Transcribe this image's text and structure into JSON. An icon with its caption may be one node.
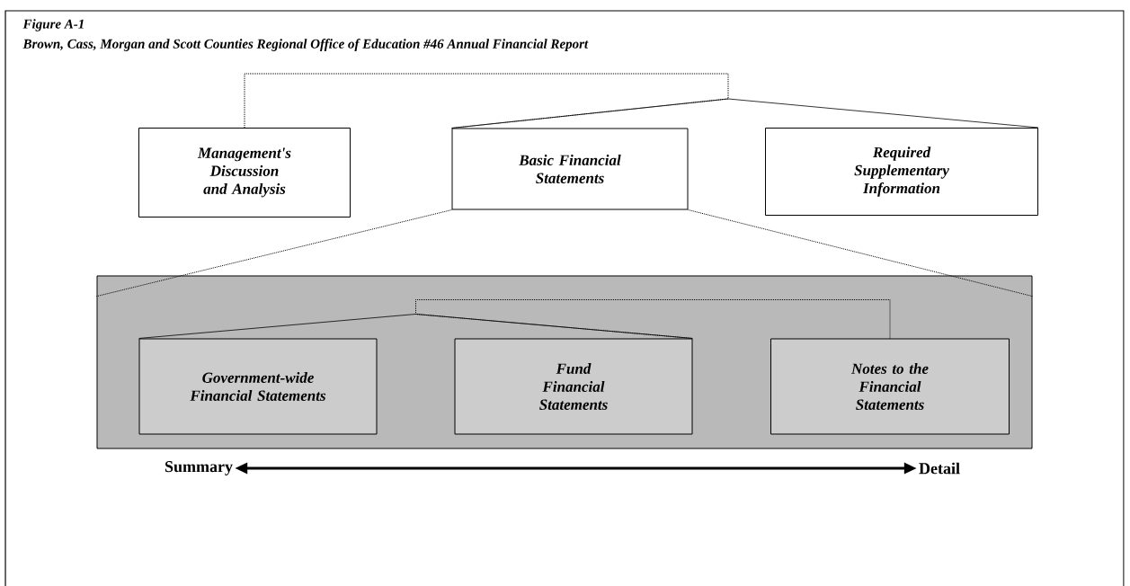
{
  "diagram": {
    "title": "Figure A-1",
    "caption": "Brown, Cass, Morgan and Scott Counties Regional Office of Education #46 Annual Financial Report",
    "nodes": [
      {
        "text": [
          "Management's Discussion and Analysis"
        ]
      },
      {
        "text": [
          "Basic Financial Statements"
        ]
      },
      {
        "text": [
          "Required Supplementary Information"
        ]
      },
      {
        "text": [],
        "shape": "box"
      },
      {
        "text": [
          "Government-wide Financial Statements"
        ],
        "in": 3
      },
      {
        "text": [
          "Fund Financial Statements"
        ],
        "in": 3
      },
      {
        "text": [
          "Notes to the Financial Statements"
        ],
        "in": 3
      },
      {
        "text": [
          "Summary"
        ]
      },
      {
        "text": [
          "Detail"
        ]
      }
    ],
    "edges": [
      {
        "from": 0,
        "to": 1,
        "arrow": "none",
        "style": "dashed"
      },
      {
        "from": 1,
        "to": 2,
        "arrow": "none"
      },
      {
        "from": 1,
        "to": 3,
        "arrow": "none",
        "style": "dashed"
      },
      {
        "from": 1,
        "to": 3,
        "arrow": "none",
        "style": "dashed"
      },
      {
        "from": 4,
        "to": 5,
        "arrow": "none"
      },
      {
        "from": 6,
        "to": 5,
        "arrow": "none",
        "style": "dashed"
      },
      {
        "from": 7,
        "to": 8,
        "arrow": "both",
        "style": "thick"
      }
    ]
  }
}
